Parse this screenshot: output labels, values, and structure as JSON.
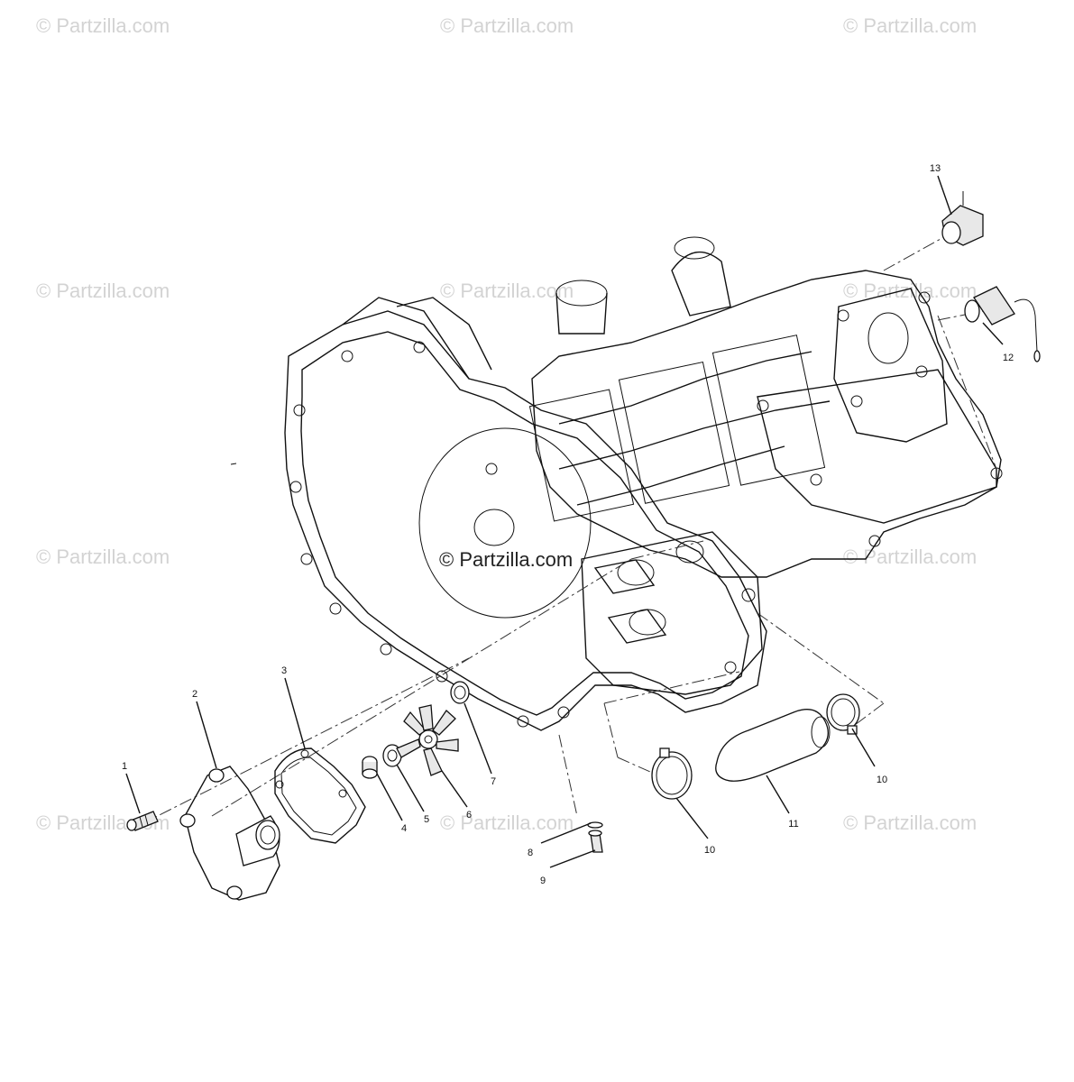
{
  "watermark": {
    "text": "© Partzilla.com",
    "center_text": "© Partzilla.com"
  },
  "callouts": {
    "c1": "1",
    "c2": "2",
    "c3": "3",
    "c4": "4",
    "c5": "5",
    "c6": "6",
    "c7": "7",
    "c8": "8",
    "c9": "9",
    "c10a": "10",
    "c10b": "10",
    "c11": "11",
    "c12": "12",
    "c13": "13"
  },
  "colors": {
    "line": "#111111",
    "watermark": "#d3d3d3",
    "background": "#ffffff"
  }
}
